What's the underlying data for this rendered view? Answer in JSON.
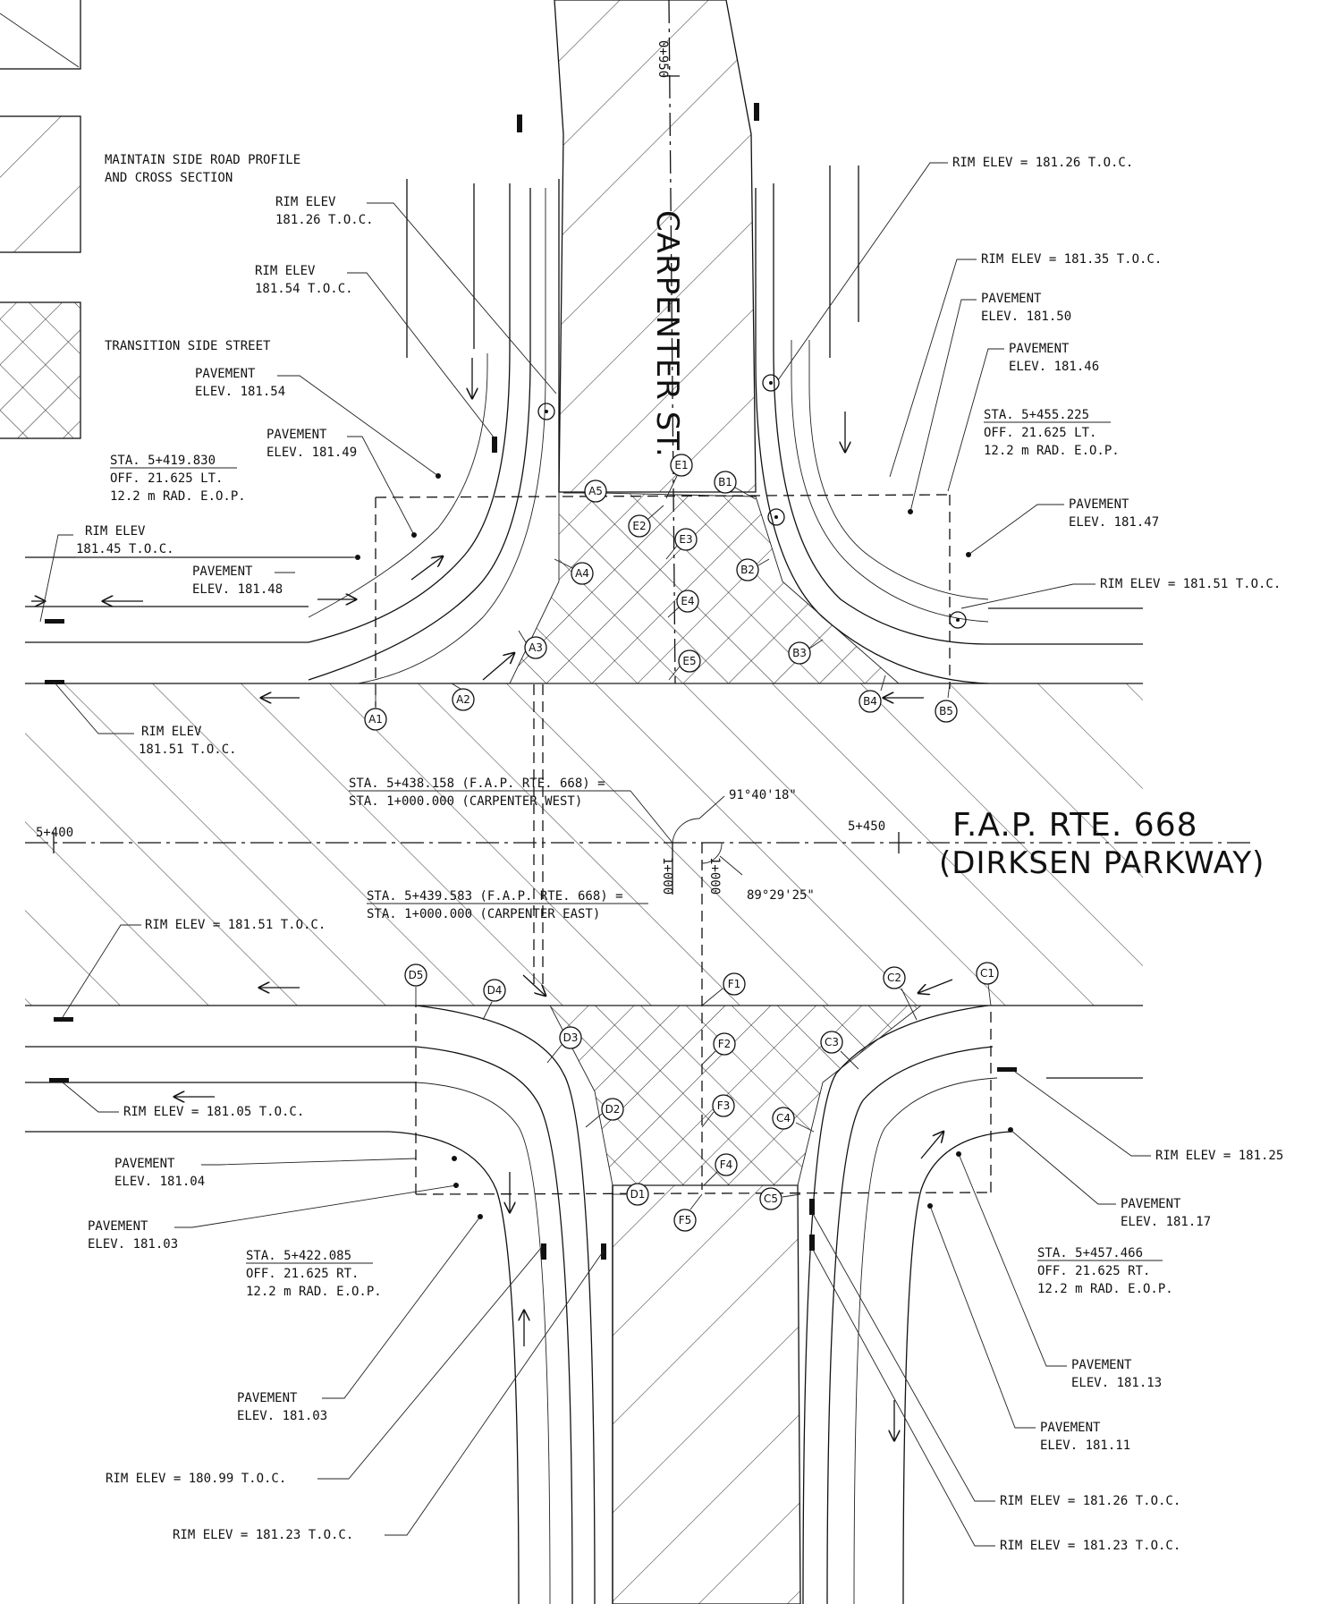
{
  "legend": {
    "maintain_line1": "MAINTAIN SIDE ROAD PROFILE",
    "maintain_line2": "AND CROSS SECTION",
    "transition": "TRANSITION SIDE STREET"
  },
  "streets": {
    "side_street": "CARPENTER ST.",
    "main_route_1": "F.A.P. RTE. 668",
    "main_route_2": "(DIRKSEN PARKWAY)"
  },
  "stations": {
    "main_5400": "5+400",
    "main_5450": "5+450",
    "side_0950": "0+950",
    "side_1000_w": "1+000",
    "side_1000_e": "1+000"
  },
  "angles": {
    "a1": "91°40'18\"",
    "a2": "89°29'25\""
  },
  "station_eq": {
    "west_1": "STA. 5+438.158 (F.A.P. RTE. 668) =",
    "west_2": "STA. 1+000.000 (CARPENTER WEST)",
    "east_1": "STA. 5+439.583 (F.A.P. RTE. 668) =",
    "east_2": "STA. 1+000.000 (CARPENTER EAST)"
  },
  "notes": {
    "nw_sta": [
      "STA. 5+419.830",
      "OFF. 21.625 LT.",
      "12.2 m RAD. E.O.P."
    ],
    "ne_sta": [
      "STA. 5+455.225",
      "OFF. 21.625 LT.",
      "12.2 m RAD. E.O.P."
    ],
    "sw_sta": [
      "STA. 5+422.085",
      "OFF. 21.625 RT.",
      "12.2 m RAD. E.O.P."
    ],
    "se_sta": [
      "STA. 5+457.466",
      "OFF. 21.625 RT.",
      "12.2 m RAD. E.O.P."
    ],
    "rim_nw1": [
      "RIM ELEV",
      "181.26 T.O.C."
    ],
    "rim_nw2": [
      "RIM ELEV",
      "181.54 T.O.C."
    ],
    "rim_w1": [
      "RIM ELEV",
      "181.45 T.O.C."
    ],
    "rim_w2": [
      "RIM ELEV",
      "181.51 T.O.C."
    ],
    "rim_w3": "RIM ELEV = 181.51 T.O.C.",
    "rim_w4": "RIM ELEV = 181.05 T.O.C.",
    "rim_ne1": "RIM ELEV = 181.26 T.O.C.",
    "rim_ne2": "RIM ELEV = 181.35 T.O.C.",
    "rim_e1": "RIM ELEV =  181.51 T.O.C.",
    "rim_e2": "RIM ELEV =  181.25",
    "rim_sw1": "RIM ELEV = 180.99 T.O.C.",
    "rim_sw2": "RIM ELEV = 181.23 T.O.C.",
    "rim_se1": "RIM ELEV = 181.26 T.O.C.",
    "rim_se2": "RIM ELEV = 181.23 T.O.C.",
    "pav_nw1": [
      "PAVEMENT",
      "ELEV. 181.54"
    ],
    "pav_nw2": [
      "PAVEMENT",
      "ELEV. 181.49"
    ],
    "pav_nw3": [
      "PAVEMENT",
      "ELEV. 181.48"
    ],
    "pav_ne1": [
      "PAVEMENT",
      "ELEV. 181.50"
    ],
    "pav_ne2": [
      "PAVEMENT",
      "ELEV. 181.46"
    ],
    "pav_ne3": [
      "PAVEMENT",
      "ELEV. 181.47"
    ],
    "pav_sw1": [
      "PAVEMENT",
      "ELEV. 181.04"
    ],
    "pav_sw2": [
      "PAVEMENT",
      "ELEV. 181.03"
    ],
    "pav_sw3": [
      "PAVEMENT",
      "ELEV. 181.03"
    ],
    "pav_se1": [
      "PAVEMENT",
      "ELEV. 181.17"
    ],
    "pav_se2": [
      "PAVEMENT",
      "ELEV. 181.13"
    ],
    "pav_se3": [
      "PAVEMENT",
      "ELEV. 181.11"
    ]
  },
  "points": {
    "A1": "A1",
    "A2": "A2",
    "A3": "A3",
    "A4": "A4",
    "A5": "A5",
    "B1": "B1",
    "B2": "B2",
    "B3": "B3",
    "B4": "B4",
    "B5": "B5",
    "C1": "C1",
    "C2": "C2",
    "C3": "C3",
    "C4": "C4",
    "C5": "C5",
    "D1": "D1",
    "D2": "D2",
    "D3": "D3",
    "D4": "D4",
    "D5": "D5",
    "E1": "E1",
    "E2": "E2",
    "E3": "E3",
    "E4": "E4",
    "E5": "E5",
    "F1": "F1",
    "F2": "F2",
    "F3": "F3",
    "F4": "F4",
    "F5": "F5"
  }
}
